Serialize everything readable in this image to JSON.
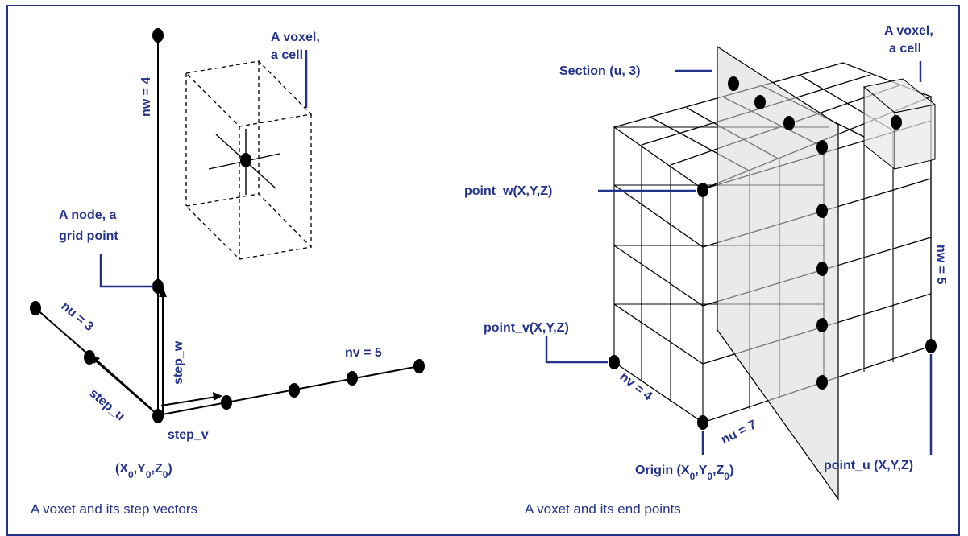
{
  "left_diagram": {
    "caption": "A voxet and its step vectors",
    "voxel_label": [
      "A voxel,",
      "a cell"
    ],
    "node_label": [
      "A node, a",
      "grid point"
    ],
    "nw_label": "nw = 4",
    "nu_label": "nu = 3",
    "nv_label": "nv = 5",
    "step_w_label": "step_w",
    "step_u_label": "step_u",
    "step_v_label": "step_v",
    "origin_label": {
      "open": "(X",
      "s0a": "0",
      "mid1": ",Y",
      "s0b": "0",
      "mid2": ",Z",
      "s0c": "0",
      "close": ")"
    }
  },
  "right_diagram": {
    "caption": "A voxet and its end points",
    "section_label": "Section (u, 3)",
    "voxel_label": [
      "A voxel,",
      "a cell"
    ],
    "point_w_label": "point_w(X,Y,Z)",
    "point_v_label": "point_v(X,Y,Z)",
    "point_u_label": "point_u (X,Y,Z)",
    "nw_label": "nw = 5",
    "nv_label": "nv = 4",
    "nu_label": "nu = 7",
    "origin_label": {
      "open": "Origin (X",
      "s0a": "0",
      "mid1": ",Y",
      "s0b": "0",
      "mid2": ",Z",
      "s0c": "0",
      "close": ")"
    }
  },
  "colors": {
    "accent": "#23328a",
    "line": "#000000",
    "section_fill": "#e3e3e3"
  }
}
